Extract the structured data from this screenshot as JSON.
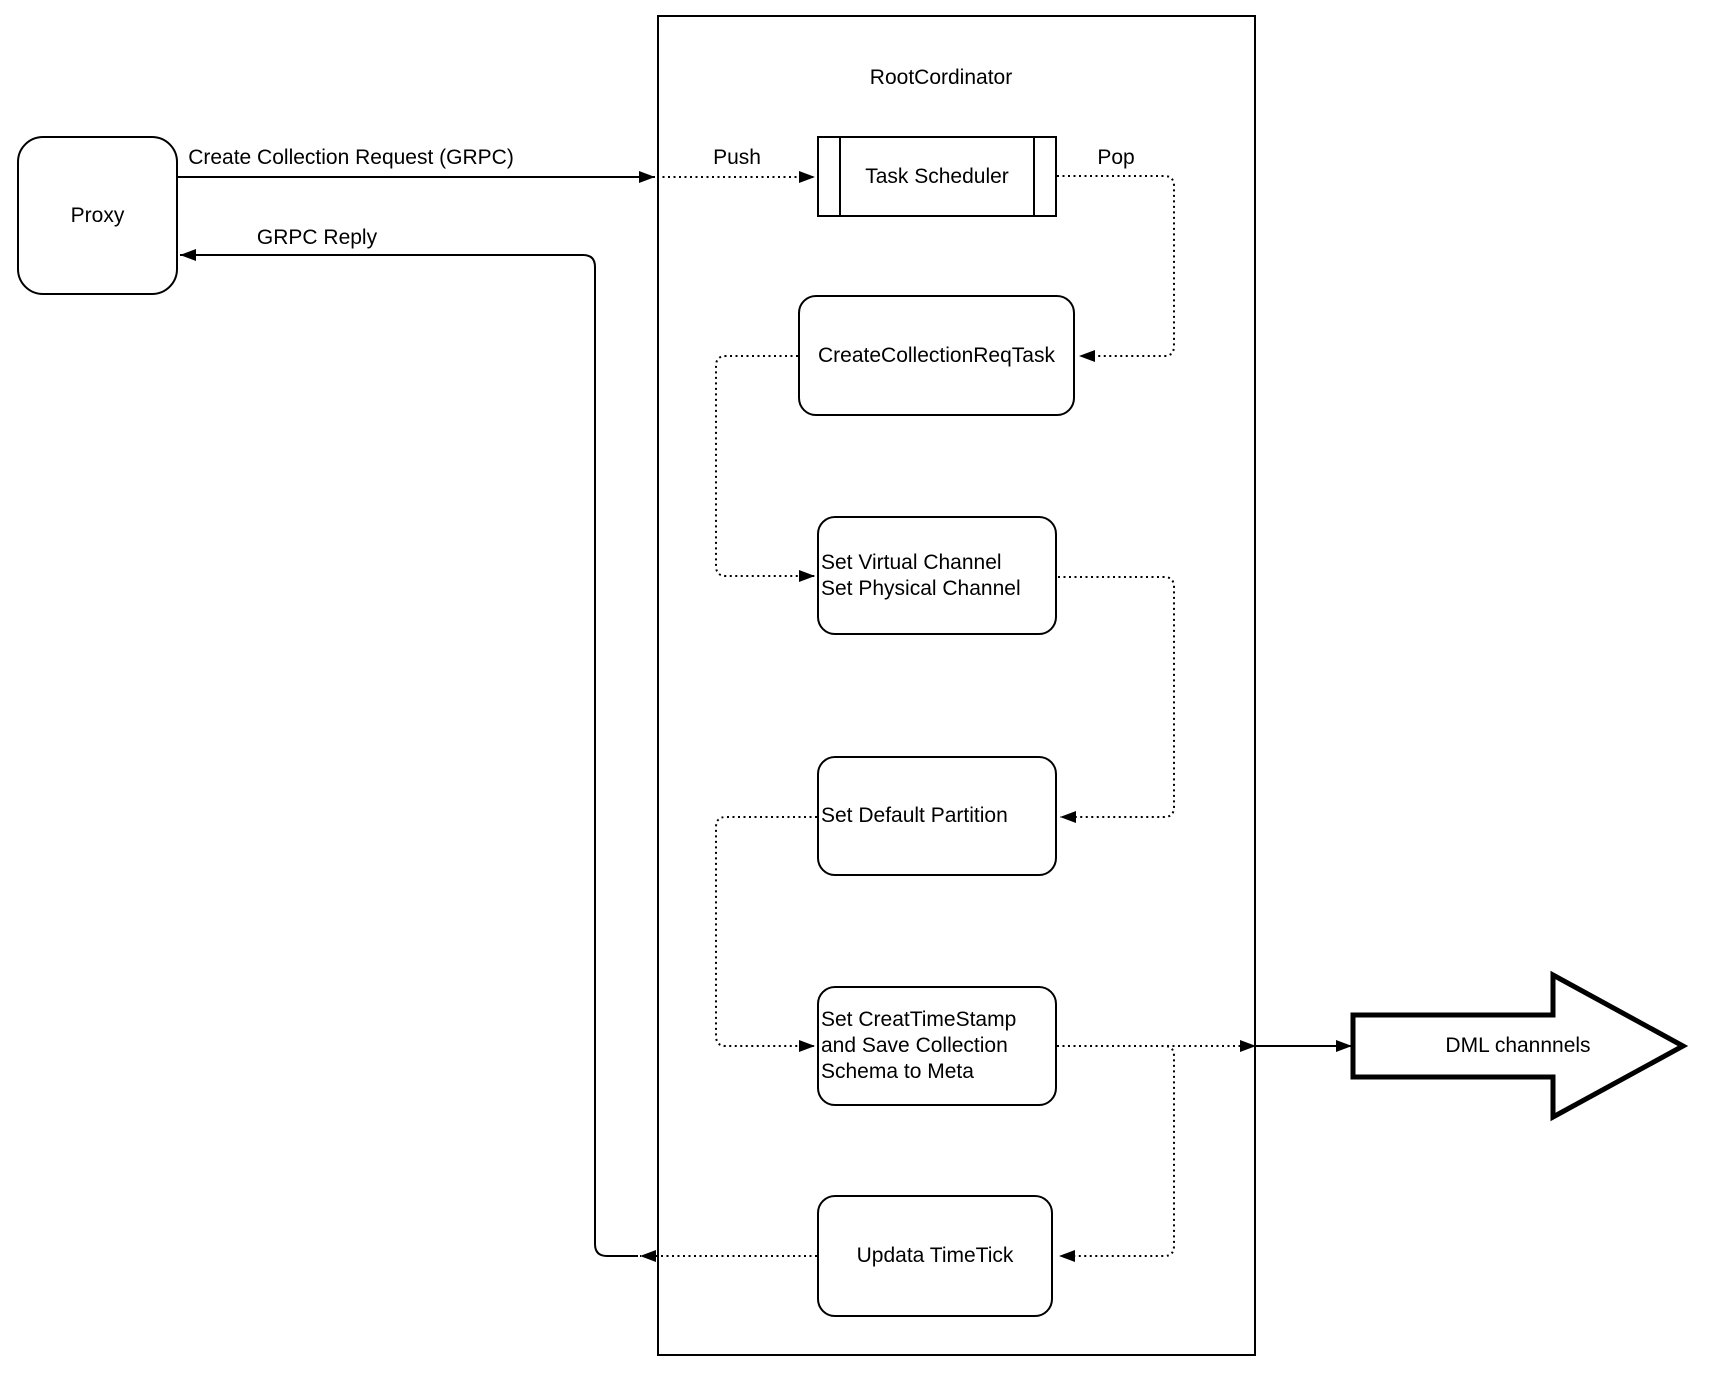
{
  "diagram": {
    "container_title": "RootCordinator",
    "nodes": {
      "proxy": {
        "label": "Proxy"
      },
      "task_scheduler": {
        "label": "Task Scheduler"
      },
      "create_collection_req_task": {
        "label": "CreateCollectionReqTask"
      },
      "set_virtual_channel": {
        "label": "Set Virtual Channel\nSet Physical Channel"
      },
      "set_default_partition": {
        "label": "Set Default Partition"
      },
      "set_creat_timestamp": {
        "label": "Set CreatTimeStamp\nand Save Collection\nSchema to Meta"
      },
      "updata_timetick": {
        "label": "Updata TimeTick"
      },
      "dml_channels": {
        "label": "DML channnels"
      }
    },
    "edge_labels": {
      "create_collection_request": "Create Collection Request (GRPC)",
      "grpc_reply": "GRPC Reply",
      "push": "Push",
      "pop": "Pop"
    },
    "colors": {
      "stroke": "#000000",
      "background": "#ffffff"
    }
  }
}
